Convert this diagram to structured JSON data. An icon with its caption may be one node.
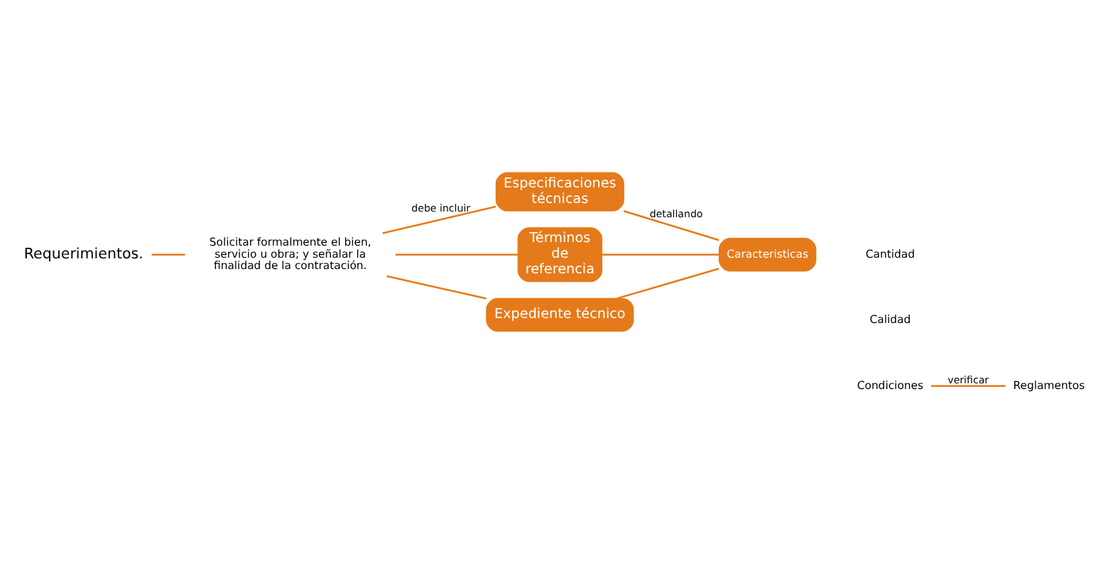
{
  "diagram": {
    "nodes": [
      {
        "text": [
          "Requerimientos."
        ]
      },
      {
        "text": [
          "Solicitar formalmente el bien, servicio u obra; y señalar la finalidad de la contratación."
        ]
      },
      {
        "text": [
          "Especificaciones técnicas"
        ]
      },
      {
        "text": [
          "Términos de referencia"
        ]
      },
      {
        "text": [
          "Expediente técnico"
        ]
      },
      {
        "text": [
          "Caracteristicas"
        ]
      },
      {
        "text": [
          "Cantidad"
        ]
      },
      {
        "text": [
          "Calidad"
        ]
      },
      {
        "text": [
          "Condiciones"
        ]
      },
      {
        "text": [
          "Reglamentos"
        ]
      }
    ],
    "edges": [
      {
        "from": 0,
        "to": 1,
        "arrow": "none"
      },
      {
        "from": 1,
        "to": 2,
        "arrow": "none",
        "label": "debe incluir"
      },
      {
        "from": 1,
        "to": 3,
        "arrow": "none"
      },
      {
        "from": 1,
        "to": 4,
        "arrow": "none"
      },
      {
        "from": 2,
        "to": 5,
        "arrow": "none",
        "label": "detallando"
      },
      {
        "from": 3,
        "to": 5,
        "arrow": "none"
      },
      {
        "from": 4,
        "to": 5,
        "arrow": "none"
      },
      {
        "from": 8,
        "to": 9,
        "arrow": "none",
        "label": "verificar"
      }
    ]
  }
}
